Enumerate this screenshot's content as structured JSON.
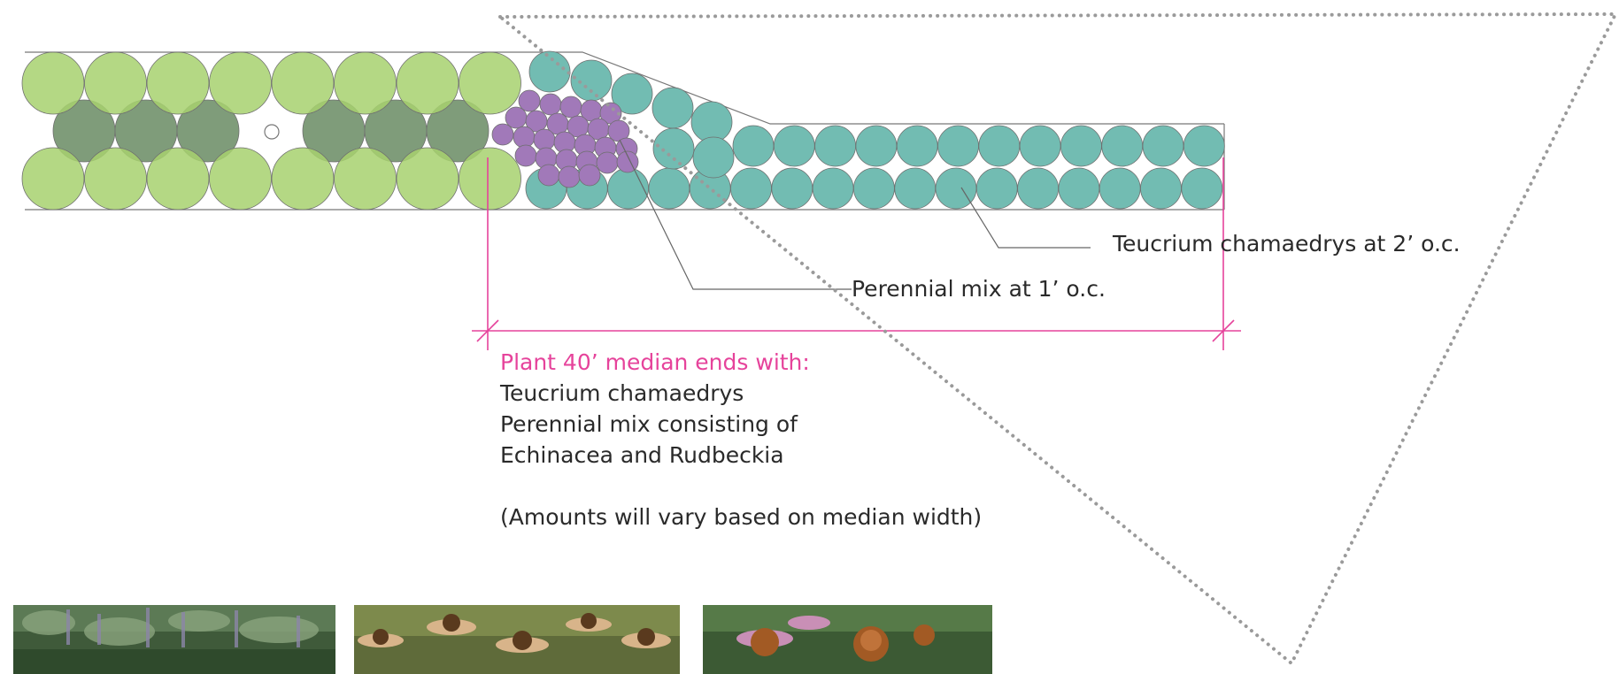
{
  "labels": {
    "teucrium_callout": "Teucrium chamaedrys at 2’ o.c.",
    "perennial_callout": "Perennial mix at 1’ o.c."
  },
  "notes": {
    "heading": "Plant 40’ median ends with:",
    "line1": "Teucrium chamaedrys",
    "line2": "Perennial mix consisting of",
    "line3": "Echinacea and Rudbeckia",
    "line4": "(Amounts will vary based on median width)"
  },
  "colors": {
    "light_green": "#a7d16f",
    "dark_green": "#7f9c7a",
    "teal": "#72bcb2",
    "purple": "#a179b9",
    "magenta": "#e6439b",
    "dotted_gray": "#9a9a9a"
  },
  "photos": [
    {
      "name": "teucrium-photo",
      "icon": "lavender-foliage-image"
    },
    {
      "name": "echinacea-photo-1",
      "icon": "coneflower-field-image"
    },
    {
      "name": "echinacea-photo-2",
      "icon": "purple-coneflower-image"
    }
  ]
}
